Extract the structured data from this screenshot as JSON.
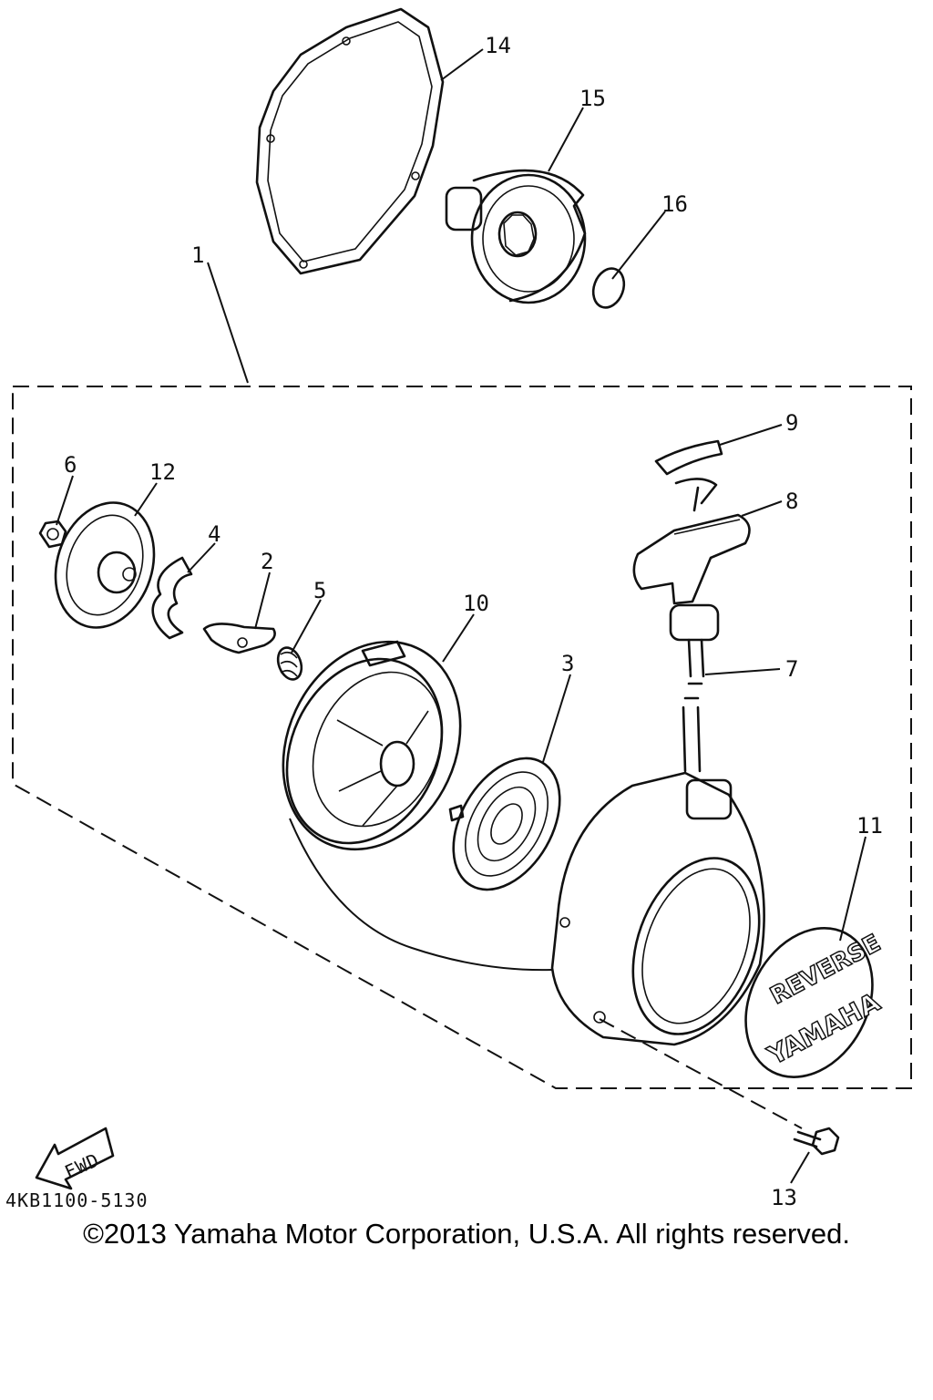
{
  "callouts": {
    "c1": "1",
    "c2": "2",
    "c3": "3",
    "c4": "4",
    "c5": "5",
    "c6": "6",
    "c7": "7",
    "c8": "8",
    "c9": "9",
    "c10": "10",
    "c11": "11",
    "c12": "12",
    "c13": "13",
    "c14": "14",
    "c15": "15",
    "c16": "16"
  },
  "emblem": {
    "top_text": "REVERSE",
    "bottom_text": "YAMAHA"
  },
  "fwd_arrow_label": "FWD",
  "diagram_code": "4KB1100-5130",
  "copyright": "©2013 Yamaha Motor Corporation, U.S.A. All rights reserved."
}
